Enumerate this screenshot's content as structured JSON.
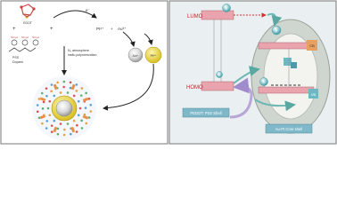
{
  "left_panel": {
    "edot_label": "EDOT",
    "reagent_plus": "+",
    "electron_label": "e⁻",
    "au_ion_label": "Au³⁺",
    "pt_ion_label": "Pt⁴⁺",
    "pt_ion_label2": "Pt⁴⁺",
    "au_core_label": "Au³⁺",
    "pss_label": "PSS",
    "pss_sub": "Dopant",
    "reaction_line1": "N₂ atmosphere",
    "reaction_line2": "insitu polymerization"
  },
  "right_panel": {
    "lumo_label": "LUMO",
    "homo_label": "HOMO",
    "pedot_shell_label": "PEDOT: PSS Shell",
    "core_shell_label": "Au-Pt Core shell",
    "cb_label": "CB",
    "vb_label": "VB",
    "electron_symbol": "e",
    "hole_symbol": "h",
    "colors": {
      "lumo": "#e8a0a8",
      "homo": "#e8a0a8",
      "core_bg": "#d9dfd8",
      "band": "#c9a0a8",
      "arrow_teal": "#6fb7b2",
      "arrow_purple": "#b8a6d6"
    }
  }
}
